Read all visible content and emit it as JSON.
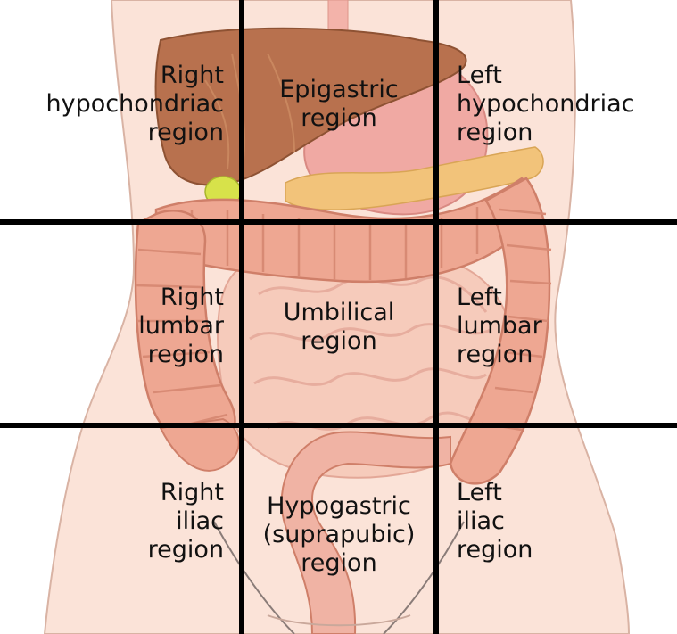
{
  "regions": [
    {
      "id": "right-hypochondriac",
      "lines": [
        "Right",
        "hypochondriac",
        "region"
      ]
    },
    {
      "id": "epigastric",
      "lines": [
        "Epigastric",
        "region"
      ]
    },
    {
      "id": "left-hypochondriac",
      "lines": [
        "Left",
        "hypochondriac",
        "region"
      ]
    },
    {
      "id": "right-lumbar",
      "lines": [
        "Right",
        "lumbar",
        "region"
      ]
    },
    {
      "id": "umbilical",
      "lines": [
        "Umbilical",
        "region"
      ]
    },
    {
      "id": "left-lumbar",
      "lines": [
        "Left",
        "lumbar",
        "region"
      ]
    },
    {
      "id": "right-iliac",
      "lines": [
        "Right",
        "iliac",
        "region"
      ]
    },
    {
      "id": "hypogastric",
      "lines": [
        "Hypogastric",
        "(suprapubic)",
        "region"
      ]
    },
    {
      "id": "left-iliac",
      "lines": [
        "Left",
        "iliac",
        "region"
      ]
    }
  ],
  "colors": {
    "skin": "#fbe3d8",
    "skin_outline": "#d9b3a4",
    "liver": "#b8714e",
    "stomach": "#f0a9a3",
    "colon": "#eea792",
    "small_intestine": "#f6cbbb",
    "gallbladder": "#d7e24a",
    "pancreas": "#f2c37a",
    "grid_line": "#000000"
  }
}
